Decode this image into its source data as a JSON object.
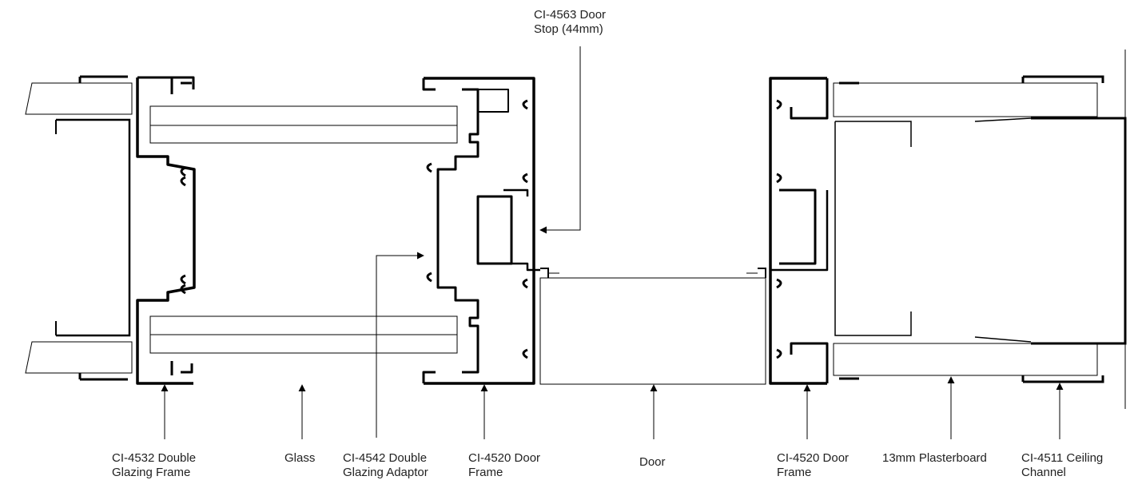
{
  "labels": {
    "door_stop": {
      "line1": "CI-4563 Door",
      "line2": "Stop (44mm)"
    },
    "double_glazing_frame": {
      "line1": "CI-4532 Double",
      "line2": "Glazing Frame"
    },
    "glass": {
      "line1": "Glass"
    },
    "double_glazing_adaptor": {
      "line1": "CI-4542 Double",
      "line2": "Glazing Adaptor"
    },
    "door_frame_left": {
      "line1": "CI-4520 Door",
      "line2": "Frame"
    },
    "door": {
      "line1": "Door"
    },
    "door_frame_right": {
      "line1": "CI-4520 Door",
      "line2": "Frame"
    },
    "plasterboard": {
      "line1": "13mm Plasterboard"
    },
    "ceiling_channel": {
      "line1": "CI-4511 Ceiling",
      "line2": "Channel"
    }
  }
}
